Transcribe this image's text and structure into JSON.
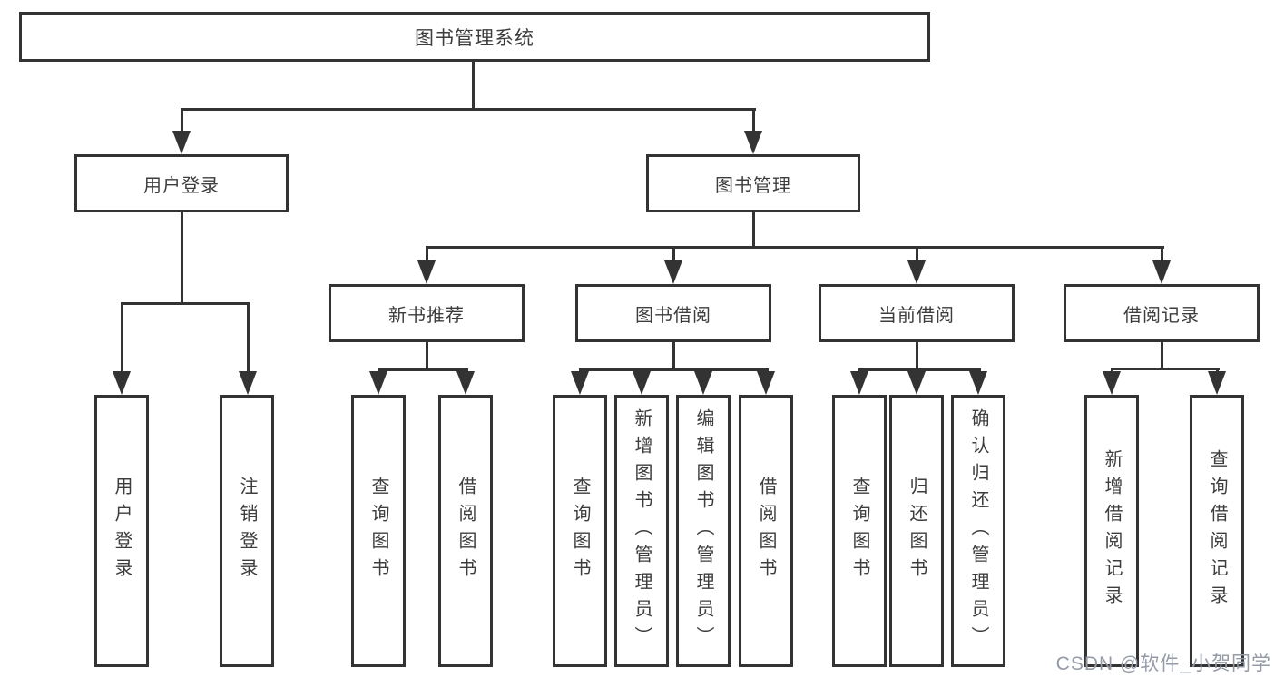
{
  "nodes": {
    "root": {
      "label": "图书管理系统"
    },
    "level2": [
      {
        "label": "用户登录"
      },
      {
        "label": "图书管理"
      }
    ],
    "level3": [
      {
        "label": "新书推荐"
      },
      {
        "label": "图书借阅"
      },
      {
        "label": "当前借阅"
      },
      {
        "label": "借阅记录"
      }
    ],
    "leaves": [
      {
        "label": "用户登录"
      },
      {
        "label": "注销登录"
      },
      {
        "label": "查询图书"
      },
      {
        "label": "借阅图书"
      },
      {
        "label": "查询图书"
      },
      {
        "label": "新增图书（管理员）"
      },
      {
        "label": "编辑图书（管理员）"
      },
      {
        "label": "借阅图书"
      },
      {
        "label": "查询图书"
      },
      {
        "label": "归还图书"
      },
      {
        "label": "确认归还（管理员）"
      },
      {
        "label": "新增借阅记录"
      },
      {
        "label": "查询借阅记录"
      }
    ]
  },
  "watermark": {
    "text": "CSDN @软件_小贺同学"
  },
  "colors": {
    "line": "#333333",
    "box_border": "#333333",
    "box_fill": "#ffffff",
    "text": "#3d3d3d",
    "watermark": "#949aa6"
  }
}
